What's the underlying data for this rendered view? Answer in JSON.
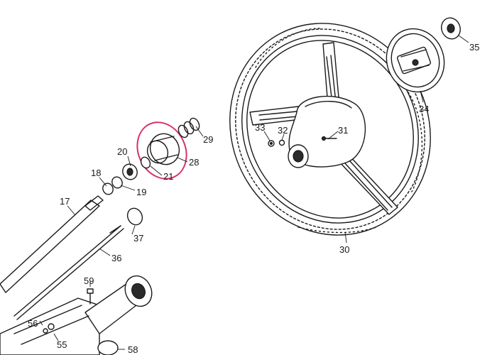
{
  "diagram": {
    "highlight_color": "#d9306b",
    "ink_color": "#1a1a1a",
    "callouts": {
      "c17": "17",
      "c18": "18",
      "c19": "19",
      "c20": "20",
      "c21": "21",
      "c28": "28",
      "c29": "29",
      "c30": "30",
      "c31": "31",
      "c32": "32",
      "c33": "33",
      "c34": "34",
      "c35": "35",
      "c36": "36",
      "c37": "37",
      "c55": "55",
      "c56": "56",
      "c58": "58",
      "c59": "59"
    }
  }
}
